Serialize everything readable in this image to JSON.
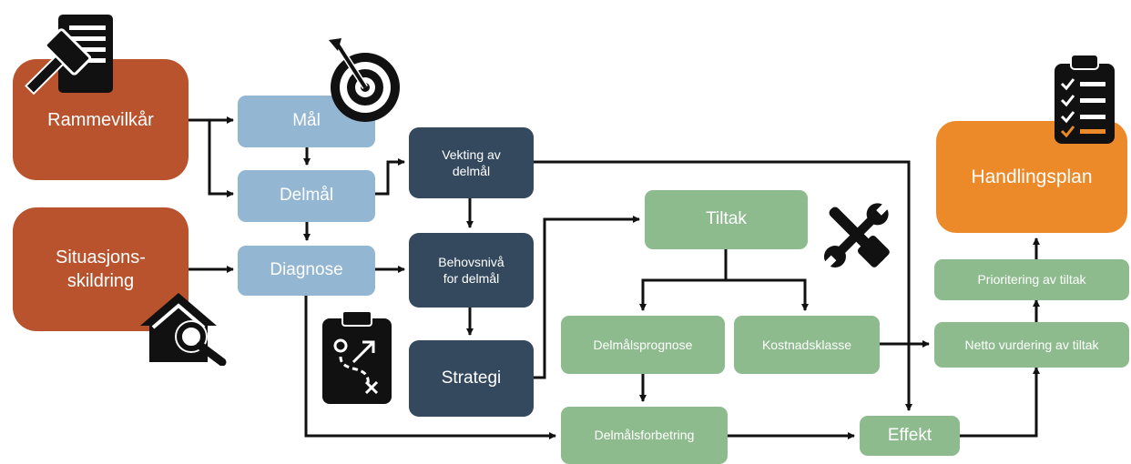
{
  "nodes": {
    "rammevilkar": "Rammevilkår",
    "situasjon": "Situasjons-\nskildring",
    "mal": "Mål",
    "delmal": "Delmål",
    "diagnose": "Diagnose",
    "vekting": "Vekting av\ndelmål",
    "behovsniva": "Behovsnivå\nfor delmål",
    "strategi": "Strategi",
    "tiltak": "Tiltak",
    "delmalsprognose": "Delmålsprognose",
    "kostnadsklasse": "Kostnadsklasse",
    "delmalsforbetring": "Delmålsforbetring",
    "effekt": "Effekt",
    "netto": "Netto vurdering av tiltak",
    "prioritering": "Prioritering av tiltak",
    "handlingsplan": "Handlingsplan"
  },
  "icons": {
    "rammevilkar": "gavel-document-icon",
    "mal": "target-icon",
    "situasjon": "house-search-icon",
    "strategi": "strategy-clipboard-icon",
    "tiltak": "tools-icon",
    "handlingsplan": "checklist-clipboard-icon"
  },
  "colors": {
    "input": "#b8532e",
    "goal": "#93b6d3",
    "analysis": "#34495e",
    "measure": "#8dbb8e",
    "output": "#ec8a2a",
    "arrow": "#111111"
  }
}
